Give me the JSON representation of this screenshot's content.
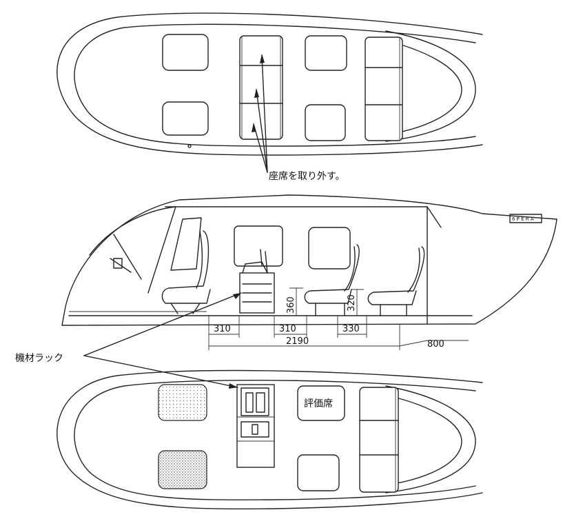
{
  "labels": {
    "remove_seats": "座席を取り外す。",
    "equipment_rack": "機材ラック",
    "evaluation_seat": "評価席",
    "tail_marking": "6 P E R A"
  },
  "dimensions": {
    "d1": "310",
    "d2": "310",
    "d3": "330",
    "total": "2190",
    "extra": "800",
    "h1": "360",
    "h2": "320"
  }
}
